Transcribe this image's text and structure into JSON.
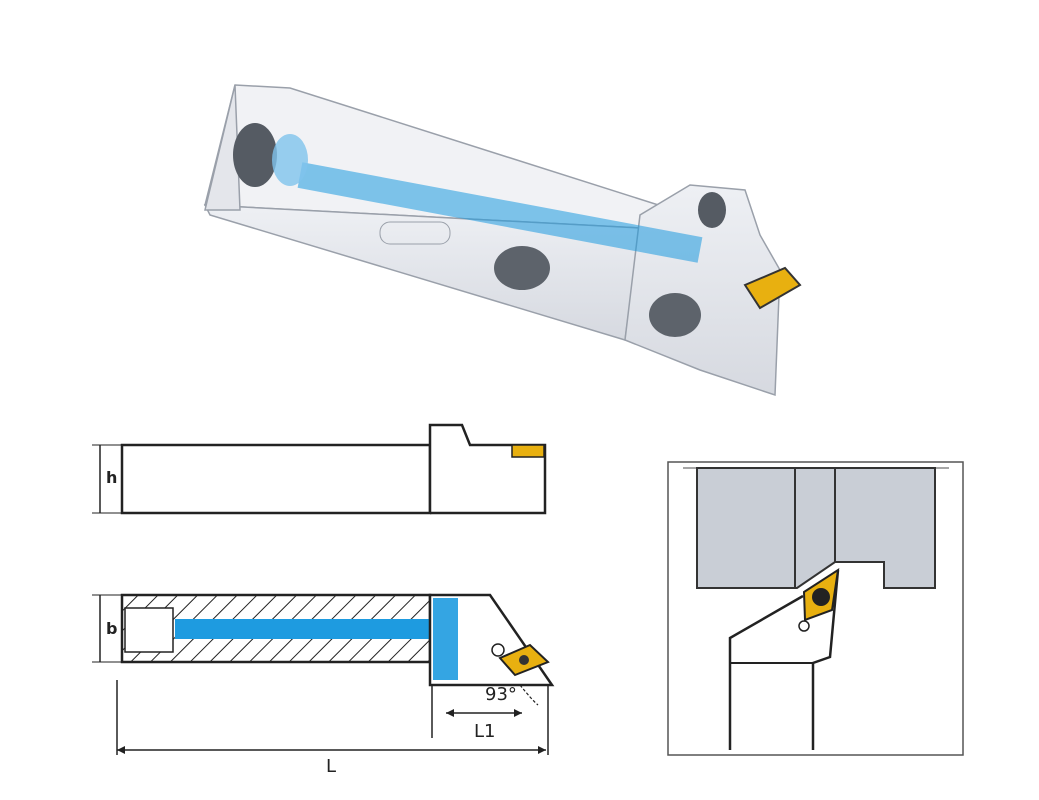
{
  "colors": {
    "coolant": "#1e9be0",
    "insert": "#e8b010",
    "workpiece": "#c9ced6",
    "line": "#222222"
  },
  "dimensions": {
    "height_label": "h",
    "width_label": "b",
    "length_label": "L",
    "head_length_label": "L1",
    "approach_angle": "93°"
  }
}
